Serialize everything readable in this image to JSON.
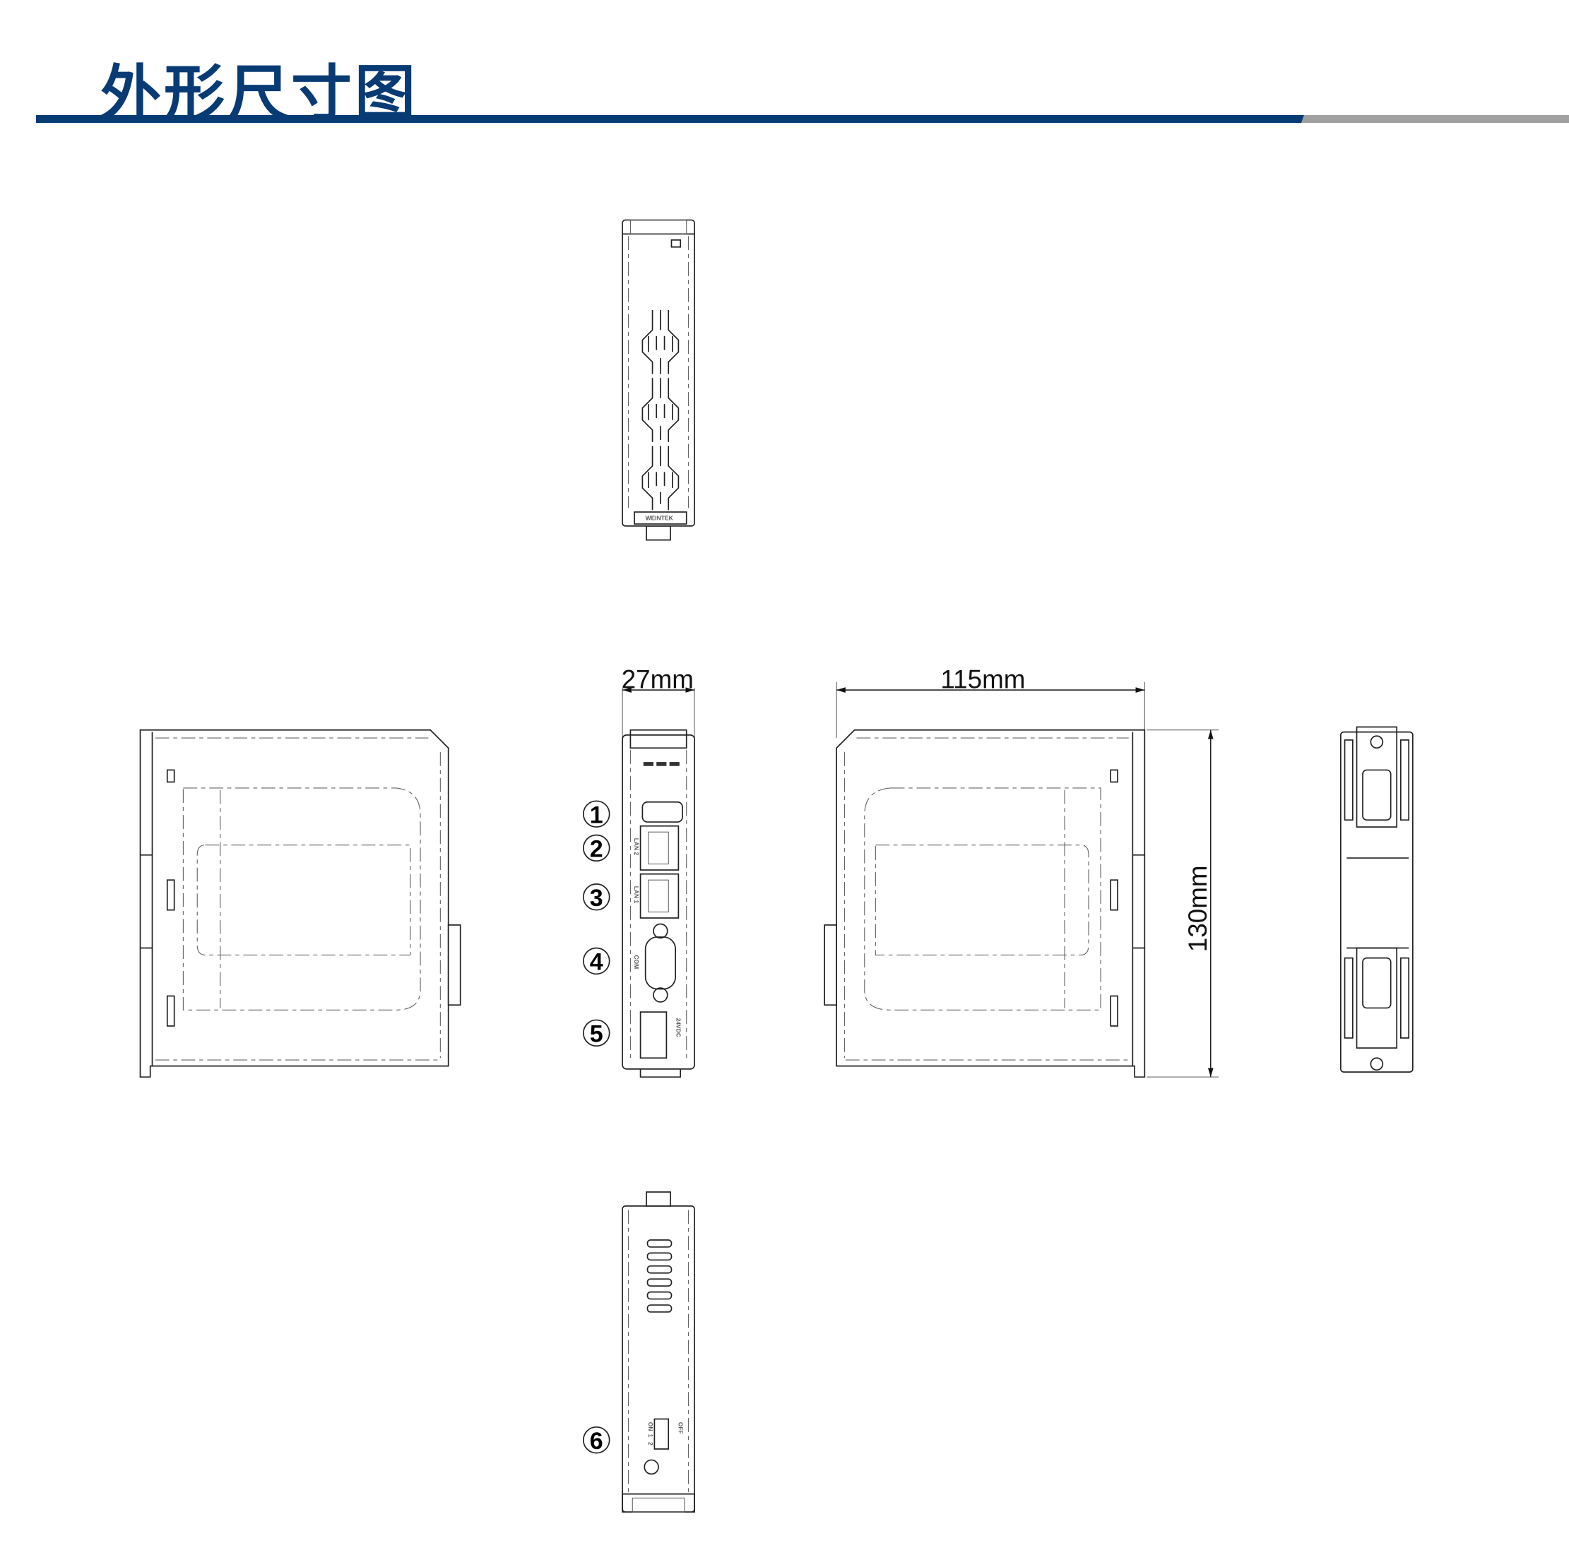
{
  "header": {
    "title": "外形尺寸图"
  },
  "colors": {
    "title": "#083a74",
    "bar_primary": "#083a74",
    "bar_secondary": "#a0a0a0"
  },
  "dimensions": {
    "depth": "27mm",
    "width": "115mm",
    "height": "130mm"
  },
  "callouts": [
    "1",
    "2",
    "3",
    "4",
    "5",
    "6"
  ],
  "port_labels": {
    "lan2": "LAN 2",
    "lan1": "LAN 1",
    "com": "COM",
    "power": "24VDC"
  },
  "top_view": {
    "brand": "WEINTEK"
  },
  "bottom_view": {
    "dip_off": "OFF",
    "dip_on": "ON",
    "dip_1": "1",
    "dip_2": "2"
  }
}
